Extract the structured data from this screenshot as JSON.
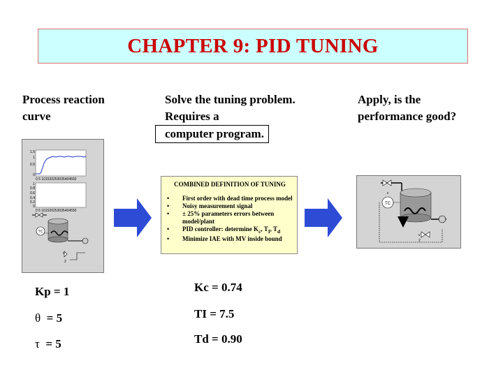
{
  "slide": {
    "title": "CHAPTER 9: PID TUNING"
  },
  "headings": {
    "col1": "Process reaction curve",
    "col2_line1": "Solve the tuning problem.  Requires a",
    "col2_boxed": "computer program.",
    "col3": "Apply, is the performance good?"
  },
  "combined": {
    "title": "COMBINED DEFINITION OF TUNING",
    "items": [
      "First order with dead time process model",
      "Noisy measurement signal",
      "± 25% parameters errors between model/plant",
      "PID controller: determine K",
      "Minimize IAE with MV inside bound"
    ],
    "pid_sub_c": "c",
    "pid_sep1": ", T",
    "pid_sub_i": "I",
    "pid_sep2": ", T",
    "pid_sub_d": "d"
  },
  "model_params": {
    "kp": "Kp = 1",
    "theta_symbol": "θ",
    "theta_value": "=  5",
    "tau_symbol": "τ",
    "tau_value": "=  5"
  },
  "tuning_results": {
    "kc": "Kc = 0.74",
    "ti": "TI = 7.5",
    "td": "Td = 0.90"
  },
  "mini_plot": {
    "top_ticks_y": [
      "1.5",
      "1",
      "0.5",
      "0"
    ],
    "top_ticks_x": "0  5  101520253035404550",
    "bottom_ticks_y": [
      "1",
      "0.8",
      "0.6",
      "0.4",
      "0.2",
      "0"
    ],
    "bottom_ticks_x": "0  5  101520253035404550",
    "controller_label": "TC",
    "valve_label_v": "v",
    "valve_label_2": "2"
  },
  "colors": {
    "title_text": "#cc0000",
    "title_bg": "#ccffff",
    "arrow_blue": "#2e4bd6",
    "box_yellow": "#ffffcc",
    "panel_gray": "#d4d4d4"
  },
  "icons": [
    "right-arrow-icon",
    "tank-icon",
    "valve-icon",
    "pump-icon",
    "controller-icon"
  ]
}
